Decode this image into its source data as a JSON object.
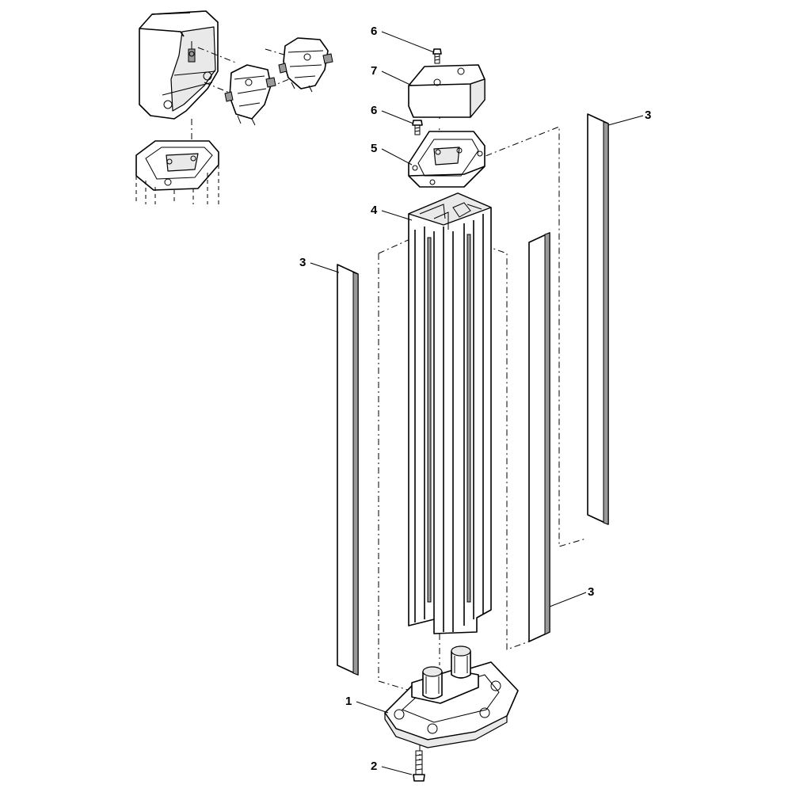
{
  "callouts": [
    {
      "id": "c6a",
      "label": "6",
      "part": "screw"
    },
    {
      "id": "c7",
      "label": "7",
      "part": "top-cap"
    },
    {
      "id": "c6b",
      "label": "6",
      "part": "screw"
    },
    {
      "id": "c3a",
      "label": "3",
      "part": "cover-strip"
    },
    {
      "id": "c5",
      "label": "5",
      "part": "top-adapter-plate"
    },
    {
      "id": "c4",
      "label": "4",
      "part": "aluminium-profile"
    },
    {
      "id": "c3b",
      "label": "3",
      "part": "cover-strip"
    },
    {
      "id": "c3c",
      "label": "3",
      "part": "cover-strip"
    },
    {
      "id": "c1",
      "label": "1",
      "part": "base-plate"
    },
    {
      "id": "c2",
      "label": "2",
      "part": "screw"
    }
  ]
}
